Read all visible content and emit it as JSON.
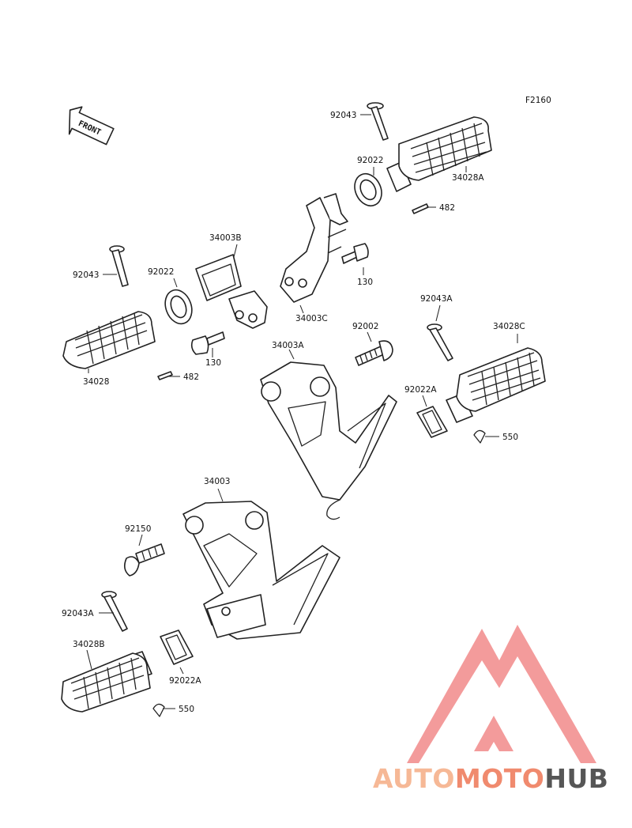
{
  "figure_code": "F2160",
  "front_label": "FRONT",
  "parts": {
    "p92043_top": "92043",
    "p92022_top": "92022",
    "p34028A": "34028A",
    "p482_top": "482",
    "p34003B": "34003B",
    "p130_mid": "130",
    "p34003C": "34003C",
    "p92043_left": "92043",
    "p92022_left": "92022",
    "p130_left": "130",
    "p34028": "34028",
    "p482_left": "482",
    "p92043A_right": "92043A",
    "p34028C": "34028C",
    "p92002": "92002",
    "p34003A": "34003A",
    "p92022A_right": "92022A",
    "p550_right": "550",
    "p34003": "34003",
    "p92150": "92150",
    "p92043A_left": "92043A",
    "p34028B": "34028B",
    "p92022A_left": "92022A",
    "p550_left": "550"
  },
  "watermark": {
    "brand_auto": "AUTO",
    "brand_moto": "MOTO",
    "brand_hub": "HUB",
    "color_light": "#f6b896",
    "color_mid": "#f08a6e",
    "color_dark": "#565656",
    "logo_color": "#f28a8a"
  }
}
